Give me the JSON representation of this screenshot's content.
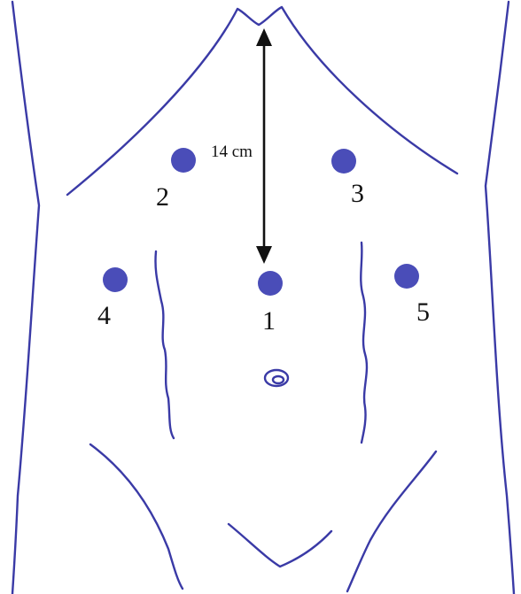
{
  "figure": {
    "measurement_label": "14 cm",
    "ports": [
      {
        "id": "1",
        "label": "1"
      },
      {
        "id": "2",
        "label": "2"
      },
      {
        "id": "3",
        "label": "3"
      },
      {
        "id": "4",
        "label": "4"
      },
      {
        "id": "5",
        "label": "5"
      }
    ]
  },
  "colors": {
    "outline": "#3a3aa6",
    "port_fill": "#4a4db8",
    "arrow": "#111111",
    "background": "#ffffff"
  }
}
